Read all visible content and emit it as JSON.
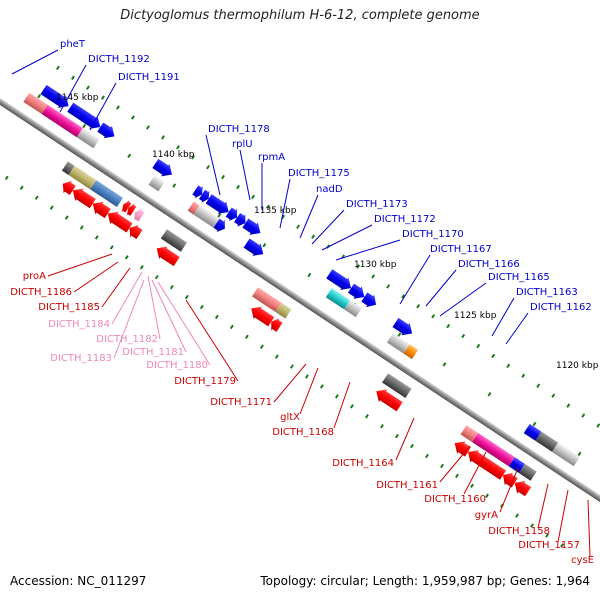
{
  "title": "Dictyoglomus thermophilum H-6-12, complete genome",
  "footer": {
    "accession": "Accession: NC_011297",
    "topology": "Topology: circular; Length: 1,959,987 bp; Genes: 1,964"
  },
  "colors": {
    "plus_strand_label": "#0000cc",
    "minus_strand_label": "#cc0000",
    "rna_label": "#ee88bb",
    "cds_red": "#ff0000",
    "cds_blue": "#0000ee",
    "backbone": "#808080",
    "tick": "#1a7a1a"
  },
  "kbp_marks": [
    {
      "label": "1145 kbp"
    },
    {
      "label": "1140 kbp"
    },
    {
      "label": "1135 kbp"
    },
    {
      "label": "1130 kbp"
    },
    {
      "label": "1125 kbp"
    },
    {
      "label": "1120 kbp"
    }
  ],
  "top_labels": [
    {
      "text": "pheT"
    },
    {
      "text": "DICTH_1192"
    },
    {
      "text": "DICTH_1191"
    },
    {
      "text": "DICTH_1178"
    },
    {
      "text": "rplU"
    },
    {
      "text": "rpmA"
    },
    {
      "text": "DICTH_1175"
    },
    {
      "text": "nadD"
    },
    {
      "text": "DICTH_1173"
    },
    {
      "text": "DICTH_1172"
    },
    {
      "text": "DICTH_1170"
    },
    {
      "text": "DICTH_1167"
    },
    {
      "text": "DICTH_1166"
    },
    {
      "text": "DICTH_1165"
    },
    {
      "text": "DICTH_1163"
    },
    {
      "text": "DICTH_1162"
    }
  ],
  "bottom_labels": [
    {
      "text": "proA"
    },
    {
      "text": "DICTH_1186"
    },
    {
      "text": "DICTH_1185"
    },
    {
      "text": "DICTH_1184"
    },
    {
      "text": "DICTH_1182"
    },
    {
      "text": "DICTH_1183"
    },
    {
      "text": "DICTH_1181"
    },
    {
      "text": "DICTH_1180"
    },
    {
      "text": "DICTH_1179"
    },
    {
      "text": "DICTH_1171"
    },
    {
      "text": "gltX"
    },
    {
      "text": "DICTH_1168"
    },
    {
      "text": "DICTH_1164"
    },
    {
      "text": "DICTH_1161"
    },
    {
      "text": "DICTH_1160"
    },
    {
      "text": "gyrA"
    },
    {
      "text": "DICTH_1158"
    },
    {
      "text": "DICTH_1157"
    },
    {
      "text": "cysE"
    }
  ]
}
